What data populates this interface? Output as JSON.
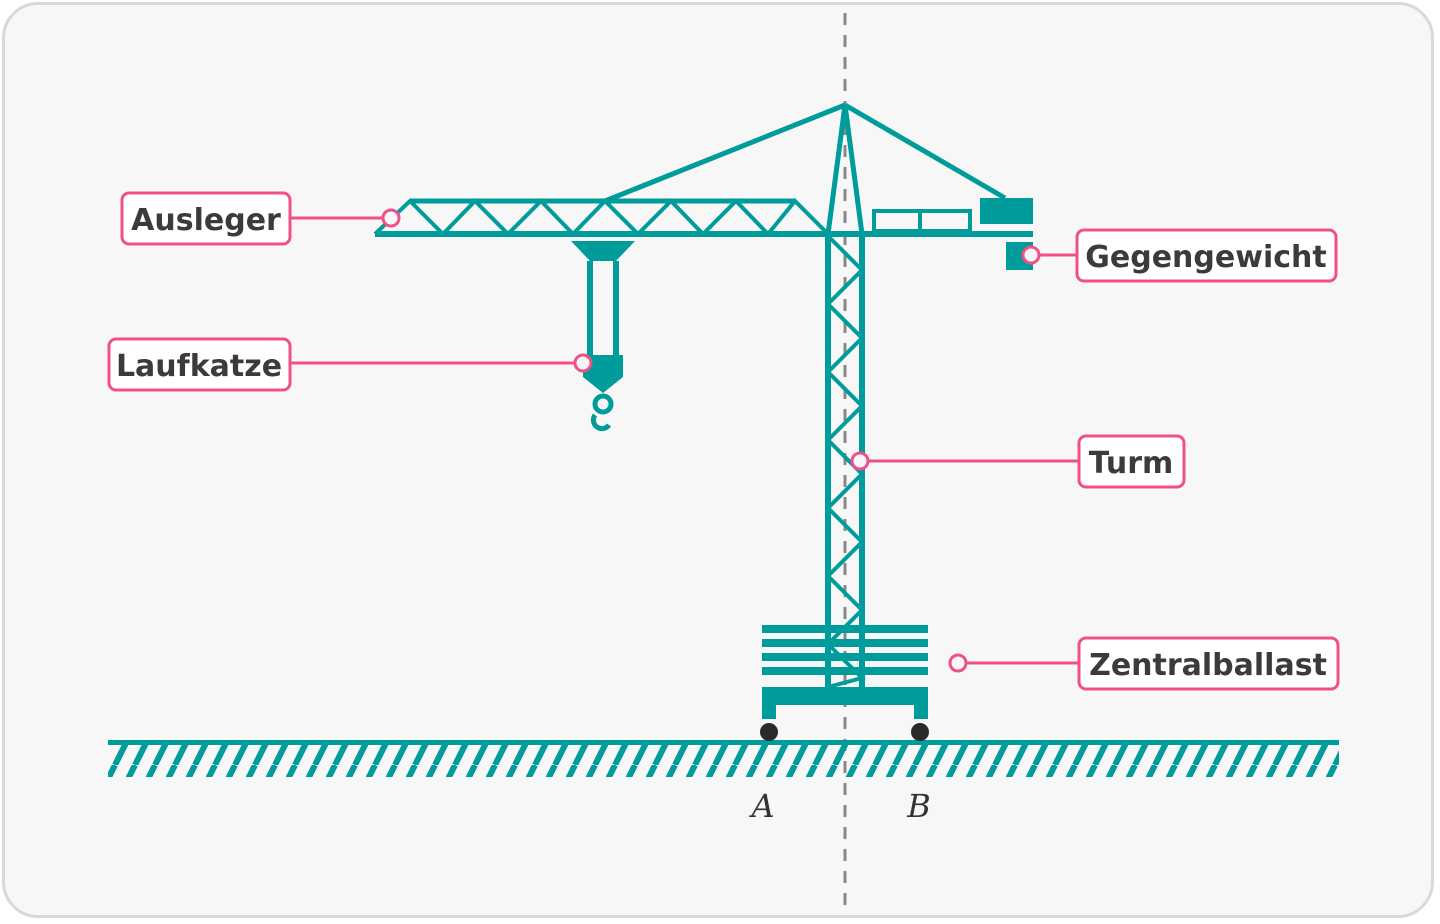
{
  "labels": {
    "jib": "Ausleger",
    "trolley": "Laufkatze",
    "counterweight": "Gegengewicht",
    "tower": "Turm",
    "central_ballast": "Zentralballast"
  },
  "points": {
    "a": "A",
    "b": "B"
  },
  "colors": {
    "structure": "#009b9b",
    "callout": "#f0508a",
    "text": "#3b3b3b",
    "axis": "#888888",
    "background": "#f7f7f7"
  }
}
